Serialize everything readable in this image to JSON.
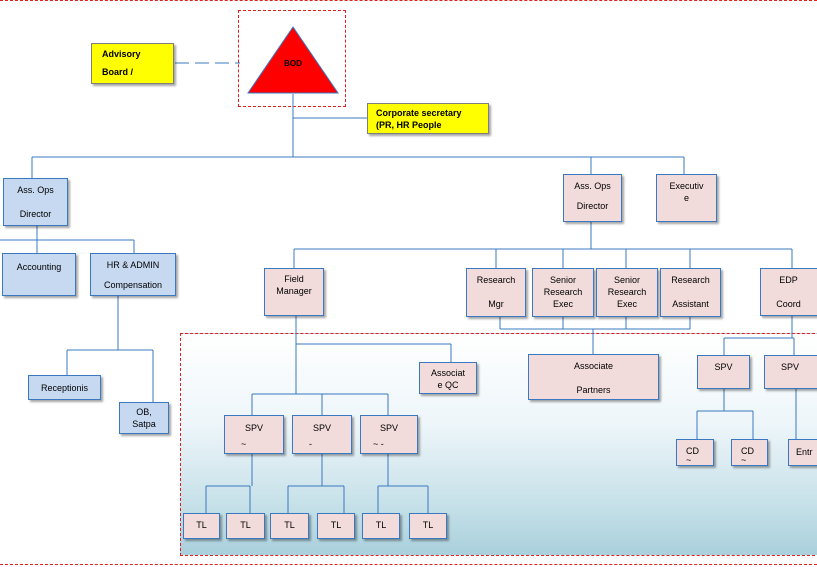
{
  "colors": {
    "line": "#3a78c0",
    "pink_box": "#f2dcdb",
    "blue_box": "#c6d9f1",
    "yellow_box": "#ffff00",
    "triangle": "#ff0000",
    "dashed_frame": "#e02020"
  },
  "nodes": {
    "advisory": {
      "line1": "Advisory",
      "line2": "Board /"
    },
    "bod": {
      "label": "BOD"
    },
    "corp_sec": {
      "line1": "Corporate secretary",
      "line2": "(PR, HR People"
    },
    "ass_ops_left": {
      "line1": "Ass. Ops",
      "line2": "Director"
    },
    "accounting": {
      "label": "Accounting"
    },
    "hr_admin": {
      "line1": "HR & ADMIN",
      "line2": "Compensation"
    },
    "receptionist": {
      "label": "Receptionis"
    },
    "ob": {
      "line1": "OB,",
      "line2": "Satpa"
    },
    "ass_ops_right": {
      "line1": "Ass. Ops",
      "line2": "Director"
    },
    "executive": {
      "line1": "Executiv",
      "line2": "e"
    },
    "field_manager": {
      "line1": "Field",
      "line2": "Manager"
    },
    "research_mgr": {
      "line1": "Research",
      "line2": "Mgr"
    },
    "senior_exec_1": {
      "line1": "Senior",
      "line2": "Research",
      "line3": "Exec"
    },
    "senior_exec_2": {
      "line1": "Senior",
      "line2": "Research",
      "line3": "Exec"
    },
    "research_assistant": {
      "line1": "Research",
      "line2": "Assistant"
    },
    "edp": {
      "line1": "EDP",
      "line2": "Coord"
    },
    "associate_qc": {
      "line1": "Associat",
      "line2": "e QC"
    },
    "associate_partners": {
      "line1": "Associate",
      "line2": "Partners"
    },
    "spv1": {
      "line1": "SPV",
      "line2": "~"
    },
    "spv2": {
      "line1": "SPV",
      "line2": "-"
    },
    "spv3": {
      "line1": "SPV",
      "line2": "~ -"
    },
    "spv_edp1": {
      "label": "SPV"
    },
    "spv_edp2": {
      "label": "SPV"
    },
    "cd1": {
      "line1": "CD",
      "line2": "~"
    },
    "cd2": {
      "line1": "CD",
      "line2": "~"
    },
    "entry": {
      "label": "Entr"
    },
    "tl": [
      "TL",
      "TL",
      "TL",
      "TL",
      "TL",
      "TL"
    ]
  }
}
